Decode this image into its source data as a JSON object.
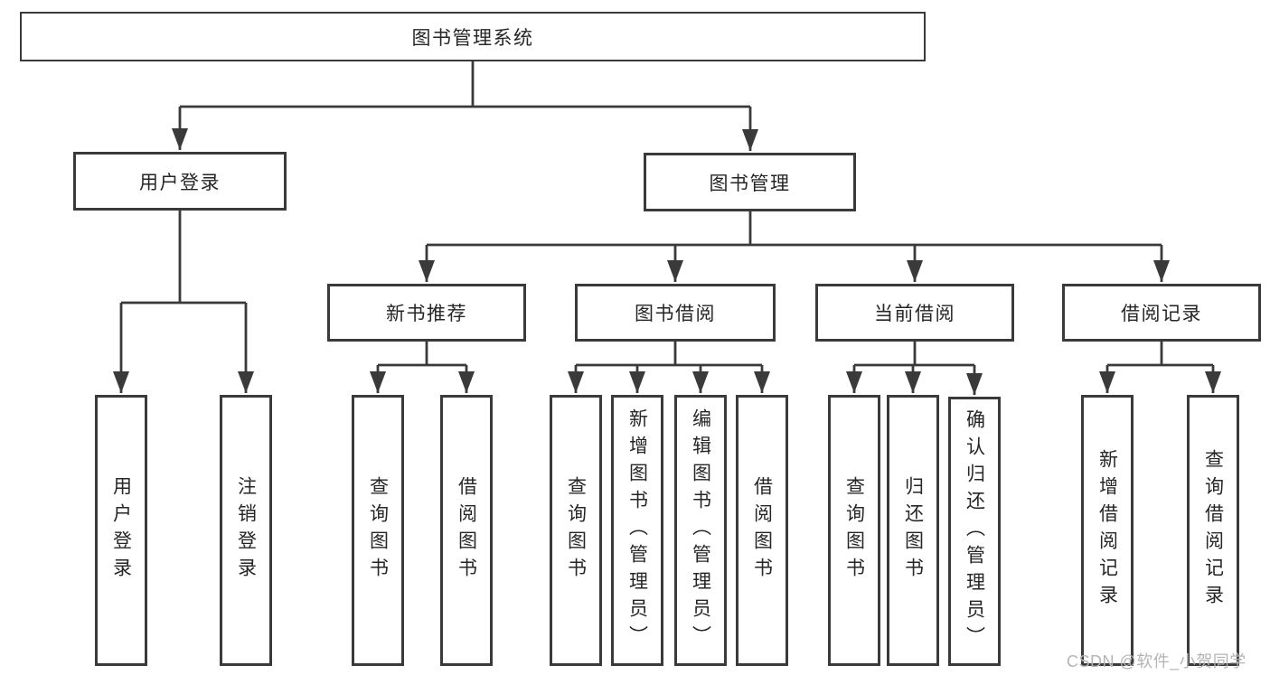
{
  "tree": {
    "label": "图书管理系统",
    "children": [
      {
        "label": "用户登录",
        "children": [
          {
            "label": "用户登录"
          },
          {
            "label": "注销登录"
          }
        ]
      },
      {
        "label": "图书管理",
        "children": [
          {
            "label": "新书推荐",
            "children": [
              {
                "label": "查询图书"
              },
              {
                "label": "借阅图书"
              }
            ]
          },
          {
            "label": "图书借阅",
            "children": [
              {
                "label": "查询图书"
              },
              {
                "label": "新增图书（管理员）"
              },
              {
                "label": "编辑图书（管理员）"
              },
              {
                "label": "借阅图书"
              }
            ]
          },
          {
            "label": "当前借阅",
            "children": [
              {
                "label": "查询图书"
              },
              {
                "label": "归还图书"
              },
              {
                "label": "确认归还（管理员）"
              }
            ]
          },
          {
            "label": "借阅记录",
            "children": [
              {
                "label": "新增借阅记录"
              },
              {
                "label": "查询借阅记录"
              }
            ]
          }
        ]
      }
    ]
  },
  "watermark": {
    "text": "CSDN @软件_小贺同学"
  },
  "colors": {
    "line": "#3a3a3a",
    "text": "#262626",
    "watermark": "#b4b4b7",
    "background": "#ffffff"
  }
}
